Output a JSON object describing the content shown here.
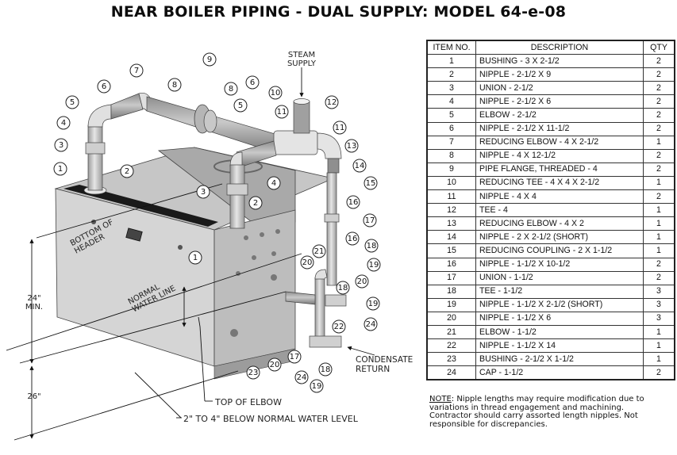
{
  "title": "NEAR BOILER PIPING - DUAL SUPPLY: MODEL 64-e-08",
  "diagram": {
    "labels": {
      "steam_supply_line1": "STEAM",
      "steam_supply_line2": "SUPPLY",
      "bottom_of_header_line1": "BOTTOM OF",
      "bottom_of_header_line2": "HEADER",
      "normal_water_line_line1": "NORMAL",
      "normal_water_line_line2": "WATER LINE",
      "condensate_return_line1": "CONDENSATE",
      "condensate_return_line2": "RETURN",
      "top_of_elbow": "TOP OF ELBOW",
      "below_water_level": "2\" TO 4\" BELOW NORMAL WATER LEVEL"
    },
    "dimensions": {
      "upper_value": "24\"",
      "upper_qualifier": "MIN.",
      "lower_value": "26\""
    },
    "callouts": [
      "1",
      "2",
      "3",
      "4",
      "5",
      "6",
      "7",
      "8",
      "9",
      "10",
      "11",
      "12",
      "13",
      "14",
      "15",
      "16",
      "17",
      "18",
      "19",
      "20",
      "21",
      "22",
      "23",
      "24"
    ]
  },
  "bom": {
    "headers": {
      "item_no": "ITEM NO.",
      "description": "DESCRIPTION",
      "qty": "QTY"
    },
    "rows": [
      {
        "no": "1",
        "desc": "BUSHING - 3 X 2-1/2",
        "qty": "2"
      },
      {
        "no": "2",
        "desc": "NIPPLE - 2-1/2 X 9",
        "qty": "2"
      },
      {
        "no": "3",
        "desc": "UNION - 2-1/2",
        "qty": "2"
      },
      {
        "no": "4",
        "desc": "NIPPLE - 2-1/2 X 6",
        "qty": "2"
      },
      {
        "no": "5",
        "desc": "ELBOW - 2-1/2",
        "qty": "2"
      },
      {
        "no": "6",
        "desc": "NIPPLE - 2-1/2 X 11-1/2",
        "qty": "2"
      },
      {
        "no": "7",
        "desc": "REDUCING ELBOW - 4 X 2-1/2",
        "qty": "1"
      },
      {
        "no": "8",
        "desc": "NIPPLE - 4 X 12-1/2",
        "qty": "2"
      },
      {
        "no": "9",
        "desc": "PIPE FLANGE, THREADED - 4",
        "qty": "2"
      },
      {
        "no": "10",
        "desc": "REDUCING TEE - 4 X 4 X 2-1/2",
        "qty": "1"
      },
      {
        "no": "11",
        "desc": "NIPPLE - 4 X 4",
        "qty": "2"
      },
      {
        "no": "12",
        "desc": "TEE - 4",
        "qty": "1"
      },
      {
        "no": "13",
        "desc": "REDUCING ELBOW - 4 X 2",
        "qty": "1"
      },
      {
        "no": "14",
        "desc": "NIPPLE - 2 X 2-1/2 (SHORT)",
        "qty": "1"
      },
      {
        "no": "15",
        "desc": "REDUCING COUPLING - 2 X 1-1/2",
        "qty": "1"
      },
      {
        "no": "16",
        "desc": "NIPPLE - 1-1/2 X 10-1/2",
        "qty": "2"
      },
      {
        "no": "17",
        "desc": "UNION - 1-1/2",
        "qty": "2"
      },
      {
        "no": "18",
        "desc": "TEE - 1-1/2",
        "qty": "3"
      },
      {
        "no": "19",
        "desc": "NIPPLE - 1-1/2 X 2-1/2 (SHORT)",
        "qty": "3"
      },
      {
        "no": "20",
        "desc": "NIPPLE - 1-1/2 X 6",
        "qty": "3"
      },
      {
        "no": "21",
        "desc": "ELBOW - 1-1/2",
        "qty": "1"
      },
      {
        "no": "22",
        "desc": "NIPPLE - 1-1/2 X 14",
        "qty": "1"
      },
      {
        "no": "23",
        "desc": "BUSHING - 2-1/2 X 1-1/2",
        "qty": "1"
      },
      {
        "no": "24",
        "desc": "CAP - 1-1/2",
        "qty": "2"
      }
    ]
  },
  "note": {
    "label": "NOTE",
    "text": ": Nipple lengths may require modification due to variations in thread engagement and machining.  Contractor should carry assorted length nipples.  Not responsible for discrepancies."
  }
}
